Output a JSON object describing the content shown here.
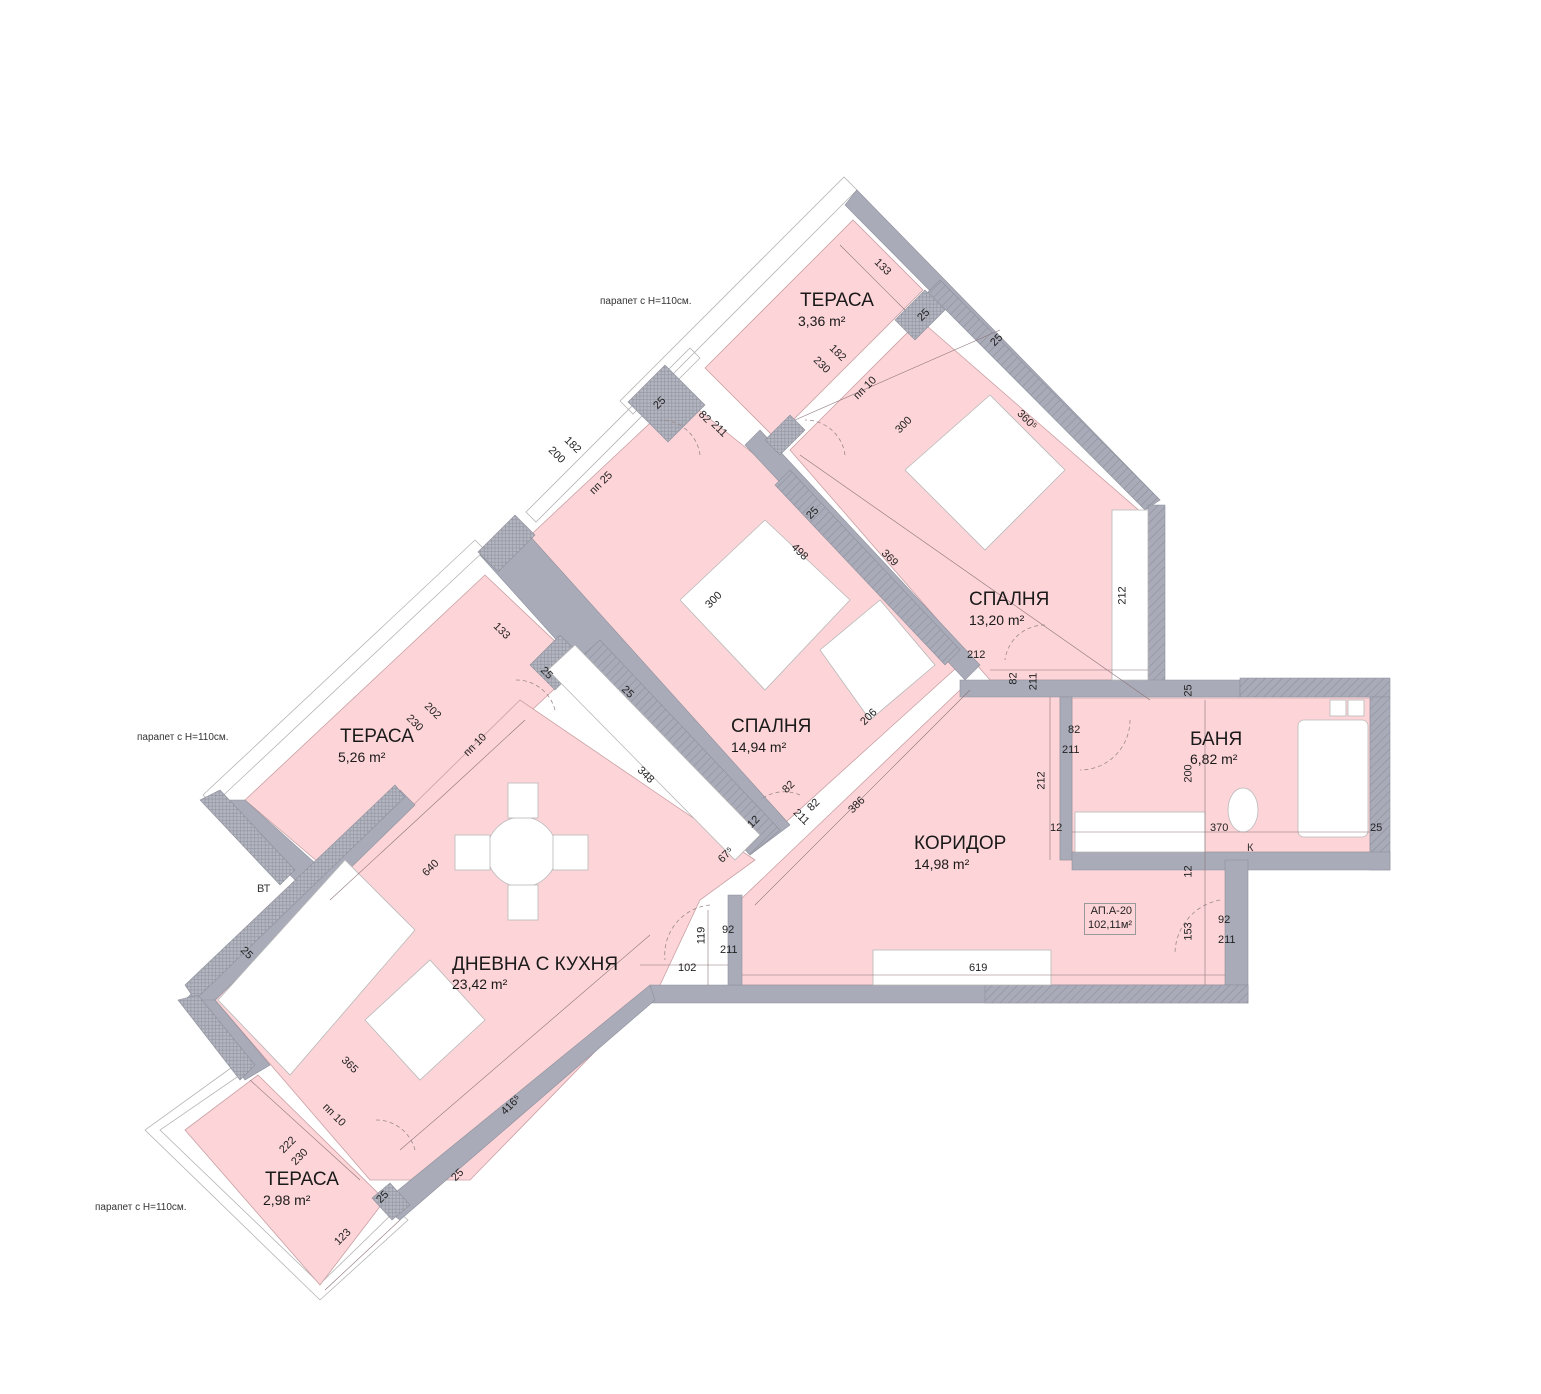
{
  "plan": {
    "apartment_tag": {
      "id": "АП.А-20",
      "area": "102,11м²"
    },
    "colors": {
      "room_fill": "#fdd5d8",
      "wall": "#a9abb8",
      "wall_hatch": "#8e909c",
      "furniture": "#ffffff"
    },
    "rooms": [
      {
        "name": "ТЕРАСА",
        "area": "3,36 m²"
      },
      {
        "name": "ТЕРАСА",
        "area": "5,26 m²"
      },
      {
        "name": "ТЕРАСА",
        "area": "2,98 m²"
      },
      {
        "name": "СПАЛНЯ",
        "area": "14,94 m²"
      },
      {
        "name": "СПАЛНЯ",
        "area": "13,20 m²"
      },
      {
        "name": "ДНЕВНА С КУХНЯ",
        "area": "23,42 m²"
      },
      {
        "name": "КОРИДОР",
        "area": "14,98 m²"
      },
      {
        "name": "БАНЯ",
        "area": "6,82 m²"
      }
    ],
    "notes": {
      "parapet_top": "парапет с H=110см.",
      "parapet_mid": "парапет с H=110см.",
      "parapet_bottom": "парапет с H=110см.",
      "bt": "ВТ",
      "k": "К"
    },
    "dimensions": {
      "t1_133": "133",
      "t1_25a": "25",
      "t1_25b": "25",
      "t1_182": "182",
      "t1_230": "230",
      "t1_pp10": "пп 10",
      "w_182": "182",
      "w_200": "200",
      "w_pp25": "пп 25",
      "w_25": "25",
      "d_82": "82",
      "d_211": "211",
      "br2_300": "300",
      "br2_3605": "360⁵",
      "br2_369": "369",
      "br2_212v": "212",
      "br2_212h": "212",
      "br2_d82": "82",
      "br2_d211": "211",
      "br1_25": "25",
      "br1_498": "498",
      "br1_300": "300",
      "br1_206": "206",
      "br1_386": "386",
      "br1_d82": "82",
      "br1_d82b": "82",
      "br1_d211": "211",
      "t2_133": "133",
      "t2_25": "25",
      "t2_202": "202",
      "t2_230": "230",
      "t2_pp10": "пп 10",
      "k_25": "25",
      "k_348": "348",
      "k_675": "67⁵",
      "k_12": "12",
      "lr_640": "640",
      "lr_25": "25",
      "lr_365": "365",
      "lr_4165": "416⁵",
      "lr_119": "119",
      "lr_102": "102",
      "lr_92": "92",
      "lr_211": "211",
      "t3_pp10": "пп 10",
      "t3_222": "222",
      "t3_230": "230",
      "t3_123": "123",
      "t3_25a": "25",
      "t3_25b": "25",
      "c_619": "619",
      "c_153": "153",
      "c_92": "92",
      "c_211": "211",
      "c_12": "12",
      "c_212": "212",
      "c_12b": "12",
      "b_25": "25",
      "b_82": "82",
      "b_211": "211",
      "b_200": "200",
      "b_370": "370",
      "b_25r": "25"
    }
  }
}
